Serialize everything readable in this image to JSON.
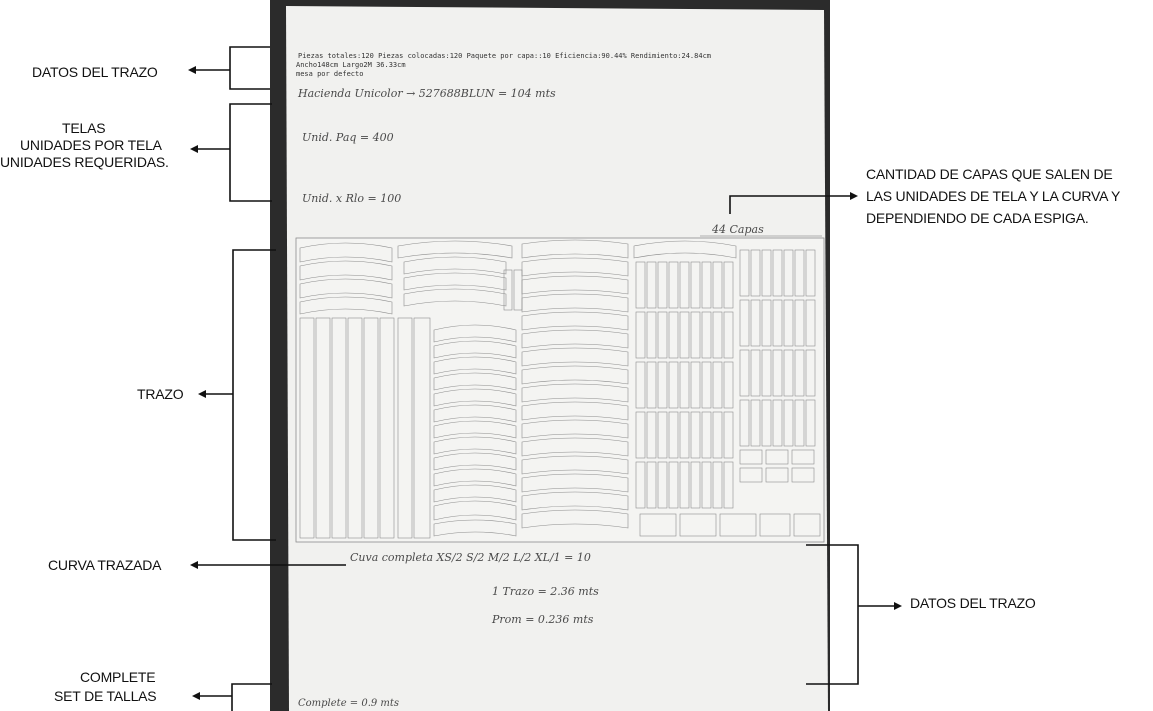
{
  "labels": {
    "datos_trazo_top": "DATOS DEL TRAZO",
    "telas_1": "TELAS",
    "telas_2": "UNIDADES POR TELA",
    "telas_3": "UNIDADES REQUERIDAS.",
    "capas_1": "CANTIDAD DE CAPAS QUE SALEN DE",
    "capas_2": "LAS UNIDADES DE TELA Y LA CURVA Y",
    "capas_3": "DEPENDIENDO DE CADA ESPIGA.",
    "trazo": "TRAZO",
    "curva_trazada": "CURVA TRAZADA",
    "datos_trazo_bottom": "DATOS DEL TRAZO",
    "complete_1": "COMPLETE",
    "complete_2": "SET DE TALLAS"
  },
  "paper": {
    "printed_line_1": "Piezas totales:120  Piezas colocadas:120  Paquete por capa::10  Eficiencia:90.44%  Rendimiento:24.84cm",
    "printed_line_2": "Ancho148cm  Largo2M 36.33cm",
    "printed_line_3": "mesa por defecto",
    "hand_tela": "Hacienda Unicolor → 527688BLUN = 104 mts",
    "hand_unid_paq": "Unid. Paq = 400",
    "hand_unid_x_rollo": "Unid. x Rlo = 100",
    "hand_capas": "44 Capas",
    "hand_curva": "Cuva completa   XS/2   S/2   M/2   L/2   XL/1 = 10",
    "hand_trazo": "1 Trazo = 2.36 mts",
    "hand_prom": "Prom = 0.236 mts",
    "hand_complete": "Complete = 0.9 mts"
  },
  "colors": {
    "paper": "#f1f1ef",
    "background": "#ffffff",
    "line": "#111111",
    "pencil": "#4a4a4a",
    "marker_stroke": "#8c8c8c",
    "photo_edge": "#2b2b2b"
  }
}
